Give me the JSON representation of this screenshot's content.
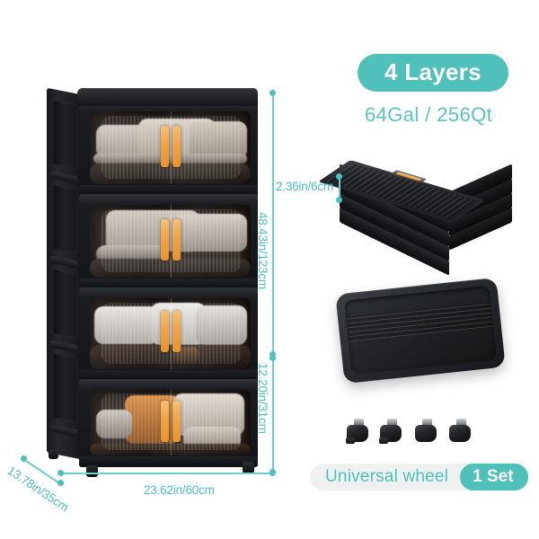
{
  "background_color": "#ffffff",
  "accent_color": "#4FC0BA",
  "handle_color": "#E8932F",
  "product_color": "#17191c",
  "badges": {
    "layers_label": "4 Layers",
    "capacity_label": "64Gal / 256Qt",
    "wheel_label": "Universal wheel",
    "wheel_count_label": "1 Set"
  },
  "dimensions": {
    "cabinet_height": "48.43in/123cm",
    "cabinet_width": "23.62in/60cm",
    "cabinet_depth": "13.78in/35cm",
    "bottom_layer_height": "12.20in/31cm",
    "folded_layer_height": "2.36in/6cm"
  },
  "cabinet": {
    "layers": [
      {
        "name": "layer-1-top",
        "contents": "folded grey towels and blankets"
      },
      {
        "name": "layer-2",
        "contents": "folded linens"
      },
      {
        "name": "layer-3",
        "contents": "stacked white folded clothes"
      },
      {
        "name": "layer-4-bottom",
        "contents": "orange plush toys"
      }
    ],
    "door_count_per_layer": 2,
    "handle_count_per_layer": 2,
    "wheel_count": 4
  },
  "folded_stack": {
    "name": "collapsed-bins-stack",
    "layer_count": 4
  },
  "tray": {
    "name": "base-tray-lid"
  },
  "casters": {
    "count": 4
  }
}
